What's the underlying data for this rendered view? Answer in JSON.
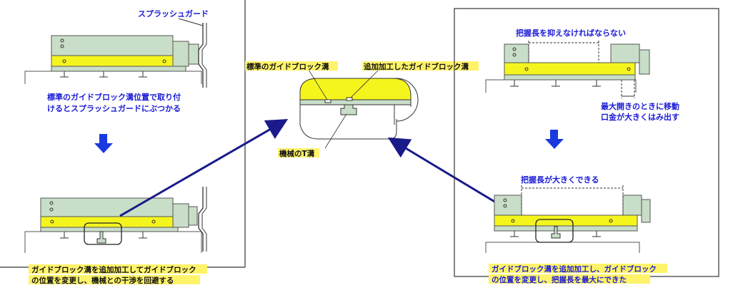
{
  "labels": {
    "splash_guard": "スプラッシュガード",
    "left_problem_line1": "標準のガイドブロック溝位置で取り付",
    "left_problem_line2": "けるとスプラッシュガードにぶつかる",
    "left_solution_line1": "ガイドブロック溝を追加加工してガイドブロック",
    "left_solution_line2": "の位置を変更し、機械との干渉を回避する",
    "center_standard_groove": "標準のガイドブロック溝",
    "center_added_groove": "追加加工したガイドブロック溝",
    "center_machine_t_slot": "機械のT溝",
    "right_grip_limited": "把握長を抑えなければならない",
    "right_problem_line1": "最大開きのときに移動",
    "right_problem_line2": "口金が大きくはみ出す",
    "right_grip_longer": "把握長が大きくできる",
    "right_solution_line1": "ガイドブロック溝を追加加工し、ガイドブロック",
    "right_solution_line2": "の位置を変更し、把握長を最大にできた"
  },
  "colors": {
    "vise_base": "#f5f51e",
    "vise_body": "#c9dec8",
    "outline": "#333333",
    "arrow": "#1a3adf",
    "text_blue": "#1a1ad6",
    "highlight": "#fff36a"
  }
}
